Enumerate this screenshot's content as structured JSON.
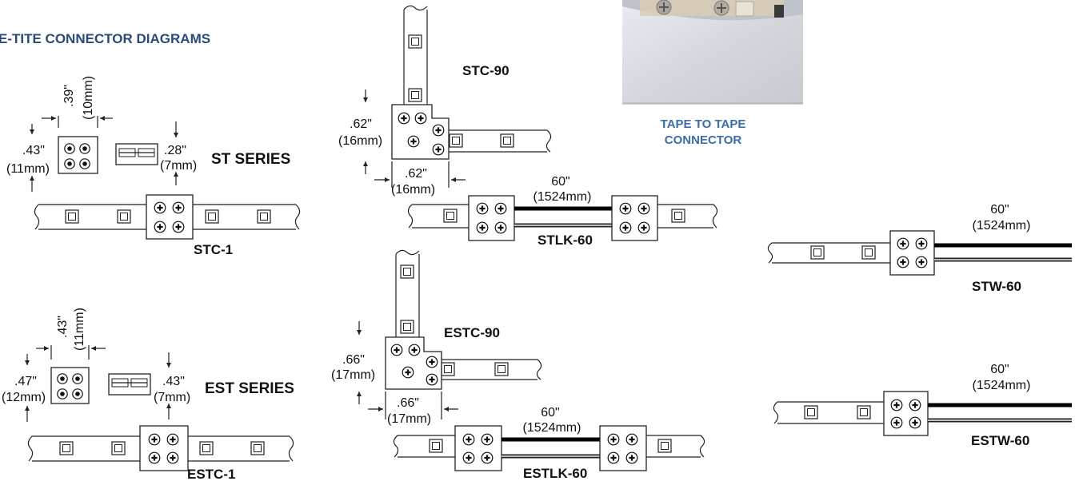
{
  "page_title": "E-TITE CONNECTOR DIAGRAMS",
  "photo_caption_line1": "TAPE TO TAPE",
  "photo_caption_line2": "CONNECTOR",
  "st_series": {
    "series_label": "ST SERIES",
    "dim_width_in": ".39\"",
    "dim_width_mm": "(10mm)",
    "dim_height_in": ".43\"",
    "dim_height_mm": "(11mm)",
    "dim_side_in": ".28\"",
    "dim_side_mm": "(7mm)",
    "connector_label": "STC-1"
  },
  "est_series": {
    "series_label": "EST SERIES",
    "dim_width_in": ".43\"",
    "dim_width_mm": "(11mm)",
    "dim_height_in": ".47\"",
    "dim_height_mm": "(12mm)",
    "dim_side_in": ".43\"",
    "dim_side_mm": "(7mm)",
    "connector_label": "ESTC-1"
  },
  "stc90": {
    "label": "STC-90",
    "dim_v_in": ".62\"",
    "dim_v_mm": "(16mm)",
    "dim_h_in": ".62\"",
    "dim_h_mm": "(16mm)"
  },
  "estc90": {
    "label": "ESTC-90",
    "dim_v_in": ".66\"",
    "dim_v_mm": "(17mm)",
    "dim_h_in": ".66\"",
    "dim_h_mm": "(17mm)"
  },
  "stlk60": {
    "label": "STLK-60",
    "len_in": "60\"",
    "len_mm": "(1524mm)"
  },
  "estlk60": {
    "label": "ESTLK-60",
    "len_in": "60\"",
    "len_mm": "(1524mm)"
  },
  "stw60": {
    "label": "STW-60",
    "len_in": "60\"",
    "len_mm": "(1524mm)"
  },
  "estw60": {
    "label": "ESTW-60",
    "len_in": "60\"",
    "len_mm": "(1524mm)"
  },
  "colors": {
    "title": "#2b4a78",
    "caption": "#3a6ea5",
    "line": "#222222"
  }
}
